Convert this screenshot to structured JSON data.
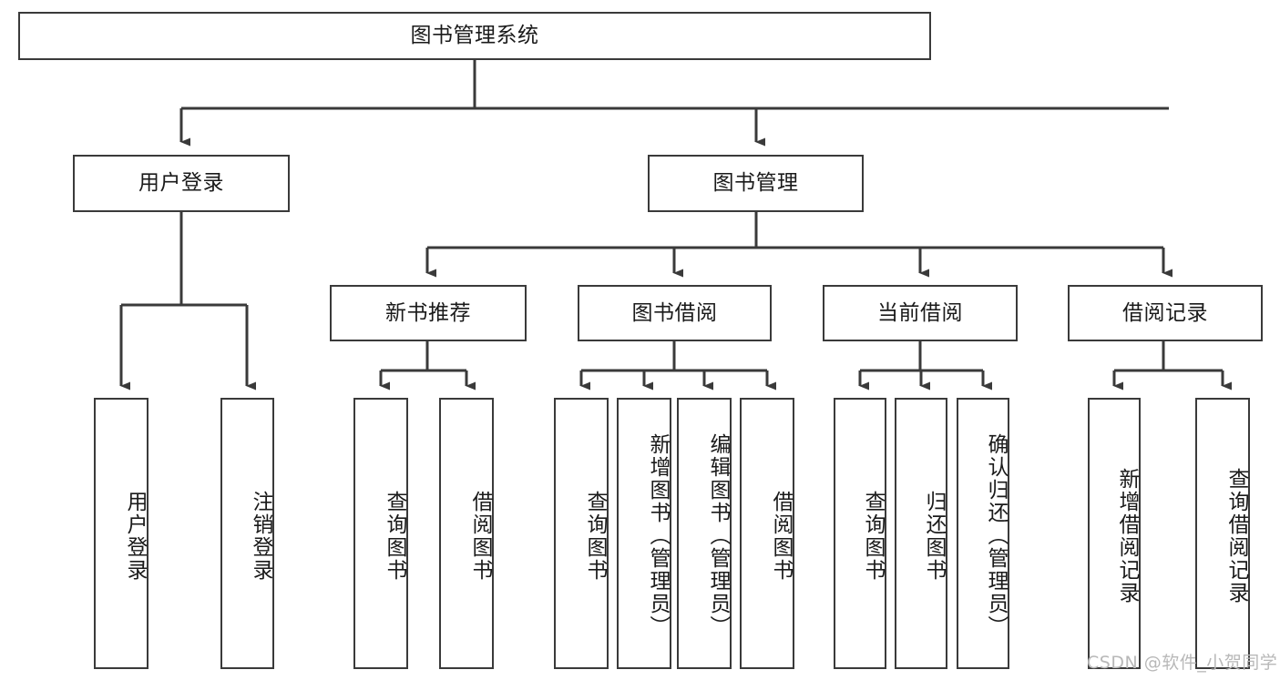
{
  "diagram": {
    "type": "tree-hierarchy",
    "title": "图书管理系统",
    "root": {
      "label": "图书管理系统"
    },
    "level2": [
      {
        "label": "用户登录"
      },
      {
        "label": "图书管理"
      }
    ],
    "level3": [
      {
        "label": "新书推荐"
      },
      {
        "label": "图书借阅"
      },
      {
        "label": "当前借阅"
      },
      {
        "label": "借阅记录"
      }
    ],
    "leaves": {
      "user_login": [
        {
          "label": "用户登录"
        },
        {
          "label": "注销登录"
        }
      ],
      "new_book_recommend": [
        {
          "label": "查询图书"
        },
        {
          "label": "借阅图书"
        }
      ],
      "book_borrow": [
        {
          "label": "查询图书"
        },
        {
          "label": "新增图书（管理员）"
        },
        {
          "label": "编辑图书（管理员）"
        },
        {
          "label": "借阅图书"
        }
      ],
      "current_borrow": [
        {
          "label": "查询图书"
        },
        {
          "label": "归还图书"
        },
        {
          "label": "确认归还（管理员）"
        }
      ],
      "borrow_record": [
        {
          "label": "新增借阅记录"
        },
        {
          "label": "查询借阅记录"
        }
      ]
    }
  },
  "watermark": {
    "text": "CSDN @软件_小贺同学"
  },
  "colors": {
    "stroke": "#3a3a3a",
    "background": "#ffffff",
    "text": "#1a1a1a",
    "watermark": "#b8b8b8"
  }
}
